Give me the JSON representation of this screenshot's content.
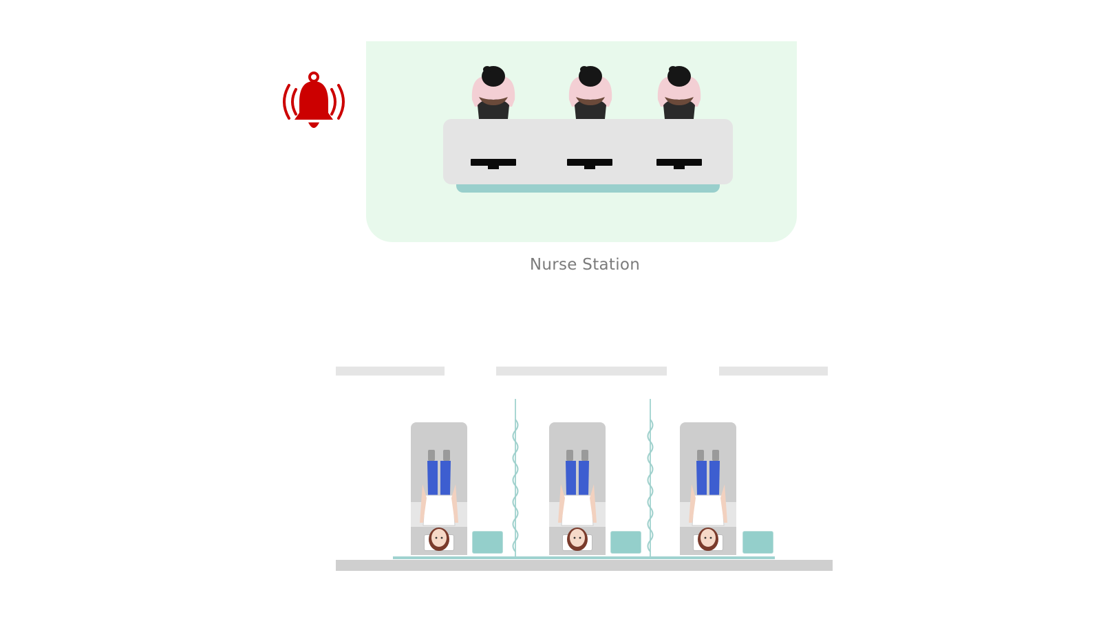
{
  "station": {
    "label": "Nurse Station",
    "nurse_count": 3,
    "monitor_count": 3
  },
  "ward": {
    "bed_count": 3,
    "curtain_count": 2,
    "wall_segment_count": 3
  },
  "icons": {
    "alarm": "alarm-bell-icon",
    "nurse": "nurse-figure-icon",
    "patient": "patient-figure-icon"
  },
  "colors": {
    "alarm": "#cc0000",
    "station_area": "#e8f9ec",
    "accent_teal": "#94cfcb",
    "desk": "#e4e4e4",
    "bed": "#cdcdcd",
    "label": "#7b7b7b"
  }
}
